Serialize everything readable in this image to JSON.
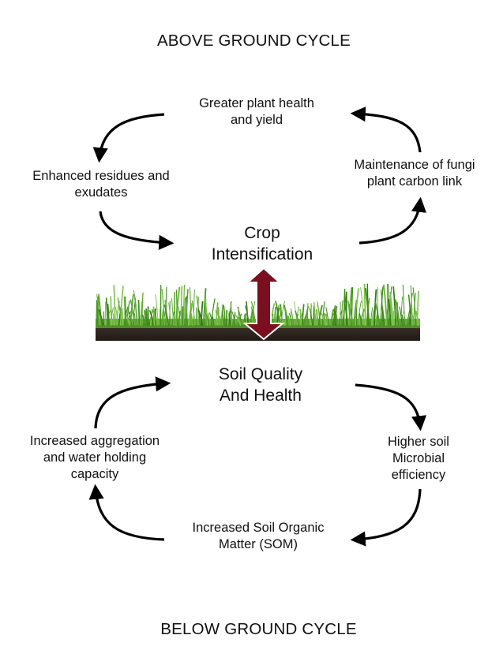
{
  "above": {
    "title": "ABOVE GROUND CYCLE",
    "top": [
      "Greater plant health",
      "and yield"
    ],
    "left": [
      "Enhanced residues and",
      "exudates"
    ],
    "right": [
      "Maintenance of fungi",
      "plant carbon link"
    ],
    "center": [
      "Crop",
      "Intensification"
    ]
  },
  "below": {
    "title": "BELOW GROUND CYCLE",
    "center": [
      "Soil Quality",
      "And Health"
    ],
    "right": [
      "Higher soil",
      "Microbial",
      "efficiency"
    ],
    "bottom": [
      "Increased Soil Organic",
      "Matter (SOM)"
    ],
    "left": [
      "Increased aggregation",
      "and water holding",
      "capacity"
    ]
  },
  "colors": {
    "arrow": "#000000",
    "double_arrow": "#7a0f1f",
    "grass": "#4e9a22",
    "soil": "#2b2420"
  }
}
